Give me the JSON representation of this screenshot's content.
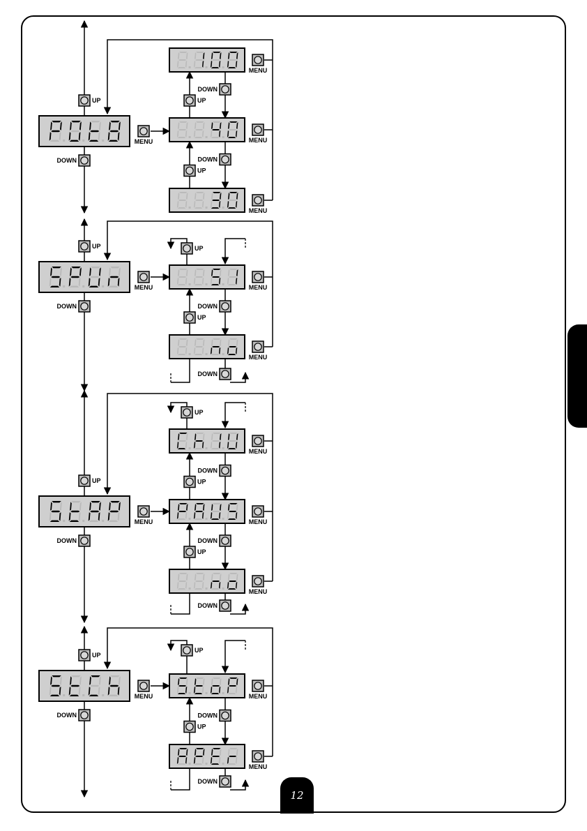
{
  "button_labels": {
    "up": "UP",
    "down": "DOWN",
    "menu": "MENU"
  },
  "groups": [
    {
      "id": "pot",
      "main_display": "P.0.t.8",
      "options": [
        {
          "display": "8.1.0.0"
        },
        {
          "display": "8.8.4.0"
        },
        {
          "display": "8.8.3.0"
        }
      ]
    },
    {
      "id": "spun",
      "main_display": "S.P.U.n",
      "options": [
        {
          "display": "8.8.S.I"
        },
        {
          "display": "8.8.n.o"
        }
      ]
    },
    {
      "id": "stap",
      "main_display": "S.t.A.P",
      "options": [
        {
          "display": "C.h.I.U"
        },
        {
          "display": "P.A.U.S"
        },
        {
          "display": "8.8.n.o"
        }
      ]
    },
    {
      "id": "stch",
      "main_display": "S.t.C.h",
      "options": [
        {
          "display": "S.t.o.P"
        },
        {
          "display": "A.P.E.r"
        }
      ]
    }
  ],
  "page_number": "12"
}
